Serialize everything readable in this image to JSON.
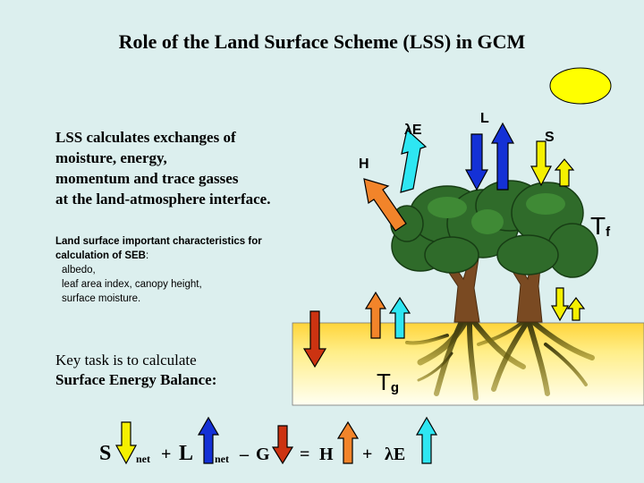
{
  "title": "Role of the Land Surface Scheme (LSS) in GCM",
  "intro": {
    "line1": "LSS calculates exchanges of",
    "line2": "moisture, energy,",
    "line3": "momentum and trace gasses",
    "line4": "at the land-atmosphere interface."
  },
  "characteristics": {
    "heading": "Land surface important characteristics for calculation of SEB",
    "colon": ":",
    "items": [
      "albedo,",
      "leaf area index, canopy height,",
      "surface moisture."
    ]
  },
  "task": {
    "line1": "Key task is to calculate",
    "line2": "Surface Energy Balance:"
  },
  "labels": {
    "L": "L",
    "lambdaE": "λE",
    "S": "S",
    "H": "H",
    "Tf_main": "T",
    "Tf_sub": "f",
    "Tg_main": "T",
    "Tg_sub": "g"
  },
  "equation": {
    "S": "S",
    "net1": "net",
    "plus1": "+",
    "L": "L",
    "net2": "net",
    "minus": "–",
    "G": "G",
    "equals": "=",
    "H": "H",
    "plus2": "+",
    "lambdaE": "λE"
  },
  "colors": {
    "background": "#dcefee",
    "sun": "#ffff00",
    "ground_top": "#ffe04a",
    "ground_bottom": "#ffffee",
    "tree_foliage": "#2f6b2a",
    "trunk": "#7a4a22",
    "roots": "#5c5010",
    "arrow_L": "#1431d6",
    "arrow_lambdaE": "#2ee6f2",
    "arrow_S": "#f5f000",
    "arrow_H": "#f2842a",
    "arrow_G": "#cc3311"
  }
}
